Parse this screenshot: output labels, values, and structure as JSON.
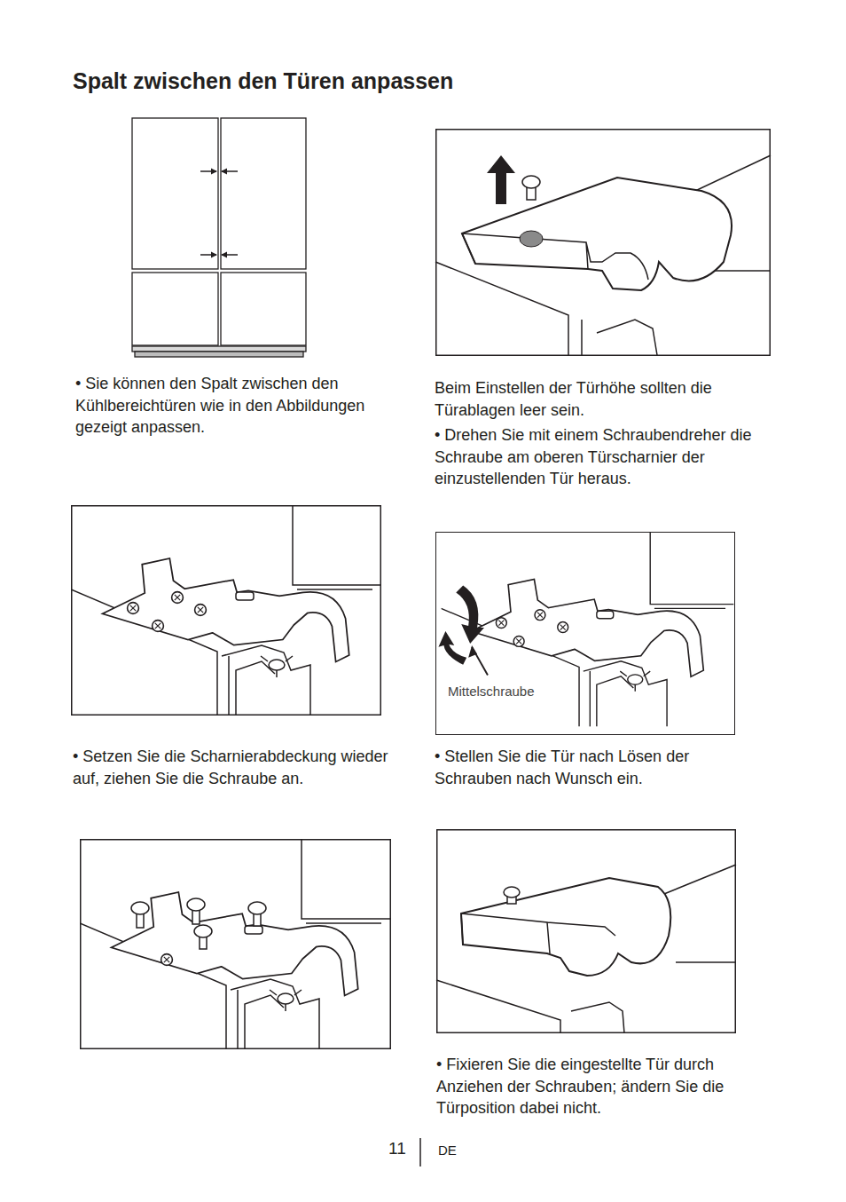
{
  "diagram": {
    "title": "Spalt zwischen den Türen anpassen",
    "nodes": [
      {
        "text": [
          "Mittelschraube"
        ]
      }
    ],
    "labels": [
      "• Sie können den Spalt zwischen den Kühlbereichtüren wie in den Abbildungen gezeigt anpassen.",
      "Beim Einstellen der Türhöhe sollten die Türablagen leer sein.",
      "• Drehen Sie mit einem Schraubendreher die Schraube am oberen Türscharnier der einzustellenden Tür heraus.",
      "• Setzen Sie die Scharnierabdeckung wieder auf, ziehen Sie die Schraube an.",
      "• Stellen Sie die Tür nach Lösen der Schrauben nach Wunsch ein.",
      "• Fixieren Sie die eingestellte Tür durch Anziehen der Schrauben; ändern Sie die Türposition dabei nicht.",
      "11",
      "DE"
    ]
  }
}
